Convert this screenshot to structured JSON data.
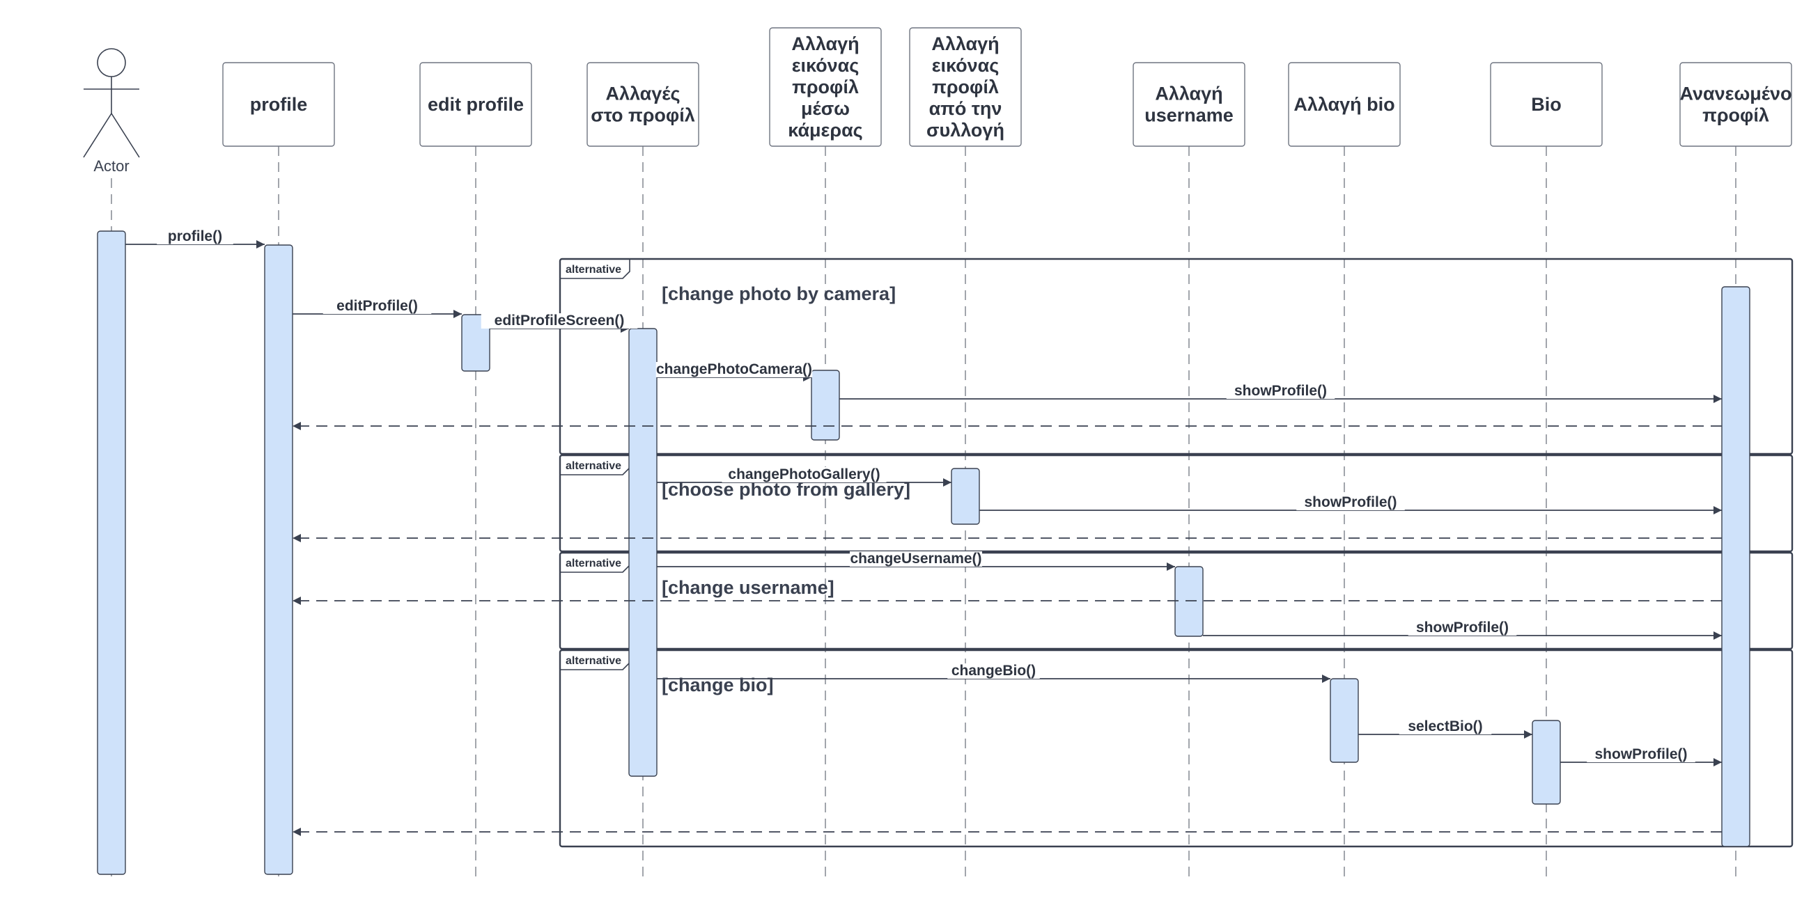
{
  "actor": {
    "label": "Actor"
  },
  "participants": [
    {
      "id": "profile",
      "lines": [
        "profile"
      ]
    },
    {
      "id": "edit_profile",
      "lines": [
        "edit profile"
      ]
    },
    {
      "id": "changes",
      "lines": [
        "Αλλαγές",
        "στο προφίλ"
      ]
    },
    {
      "id": "camera",
      "lines": [
        "Αλλαγή",
        "εικόνας",
        "προφίλ",
        "μέσω",
        "κάμερας"
      ]
    },
    {
      "id": "gallery",
      "lines": [
        "Αλλαγή",
        "εικόνας",
        "προφίλ",
        "από την",
        "συλλογή"
      ]
    },
    {
      "id": "username",
      "lines": [
        "Αλλαγή",
        "username"
      ]
    },
    {
      "id": "change_bio",
      "lines": [
        "Αλλαγή bio"
      ]
    },
    {
      "id": "bio",
      "lines": [
        "Bio"
      ]
    },
    {
      "id": "updated",
      "lines": [
        "Ανανεωμένο",
        "προφίλ"
      ]
    }
  ],
  "fragments": [
    {
      "tag": "alternative",
      "guard": "[change photo by camera]"
    },
    {
      "tag": "alternative",
      "guard": "[choose photo from gallery]"
    },
    {
      "tag": "alternative",
      "guard": "[change username]"
    },
    {
      "tag": "alternative",
      "guard": "[change bio]"
    }
  ],
  "messages": [
    {
      "label": "profile()",
      "from": "actor",
      "to": "profile",
      "kind": "sync"
    },
    {
      "label": "editProfile()",
      "from": "profile",
      "to": "edit_profile",
      "kind": "sync"
    },
    {
      "label": "editProfileScreen()",
      "from": "edit_profile",
      "to": "changes",
      "kind": "sync"
    },
    {
      "label": "changePhotoCamera()",
      "from": "changes",
      "to": "camera",
      "kind": "sync"
    },
    {
      "label": "showProfile()",
      "from": "camera",
      "to": "updated",
      "kind": "sync"
    },
    {
      "label": "",
      "from": "updated",
      "to": "profile",
      "kind": "return"
    },
    {
      "label": "changePhotoGallery()",
      "from": "changes",
      "to": "gallery",
      "kind": "sync"
    },
    {
      "label": "showProfile()",
      "from": "gallery",
      "to": "updated",
      "kind": "sync"
    },
    {
      "label": "",
      "from": "updated",
      "to": "profile",
      "kind": "return"
    },
    {
      "label": "changeUsername()",
      "from": "changes",
      "to": "username",
      "kind": "sync"
    },
    {
      "label": "",
      "from": "updated",
      "to": "profile",
      "kind": "return"
    },
    {
      "label": "showProfile()",
      "from": "username",
      "to": "updated",
      "kind": "sync"
    },
    {
      "label": "changeBio()",
      "from": "changes",
      "to": "change_bio",
      "kind": "sync"
    },
    {
      "label": "selectBio()",
      "from": "change_bio",
      "to": "bio",
      "kind": "sync"
    },
    {
      "label": "showProfile()",
      "from": "bio",
      "to": "updated",
      "kind": "sync"
    },
    {
      "label": "",
      "from": "updated",
      "to": "profile",
      "kind": "return"
    }
  ],
  "colors": {
    "activation_fill": "#cfe2fa",
    "line": "#3a4150",
    "lifeline": "#7a7f88",
    "box_stroke": "#6e7480"
  }
}
